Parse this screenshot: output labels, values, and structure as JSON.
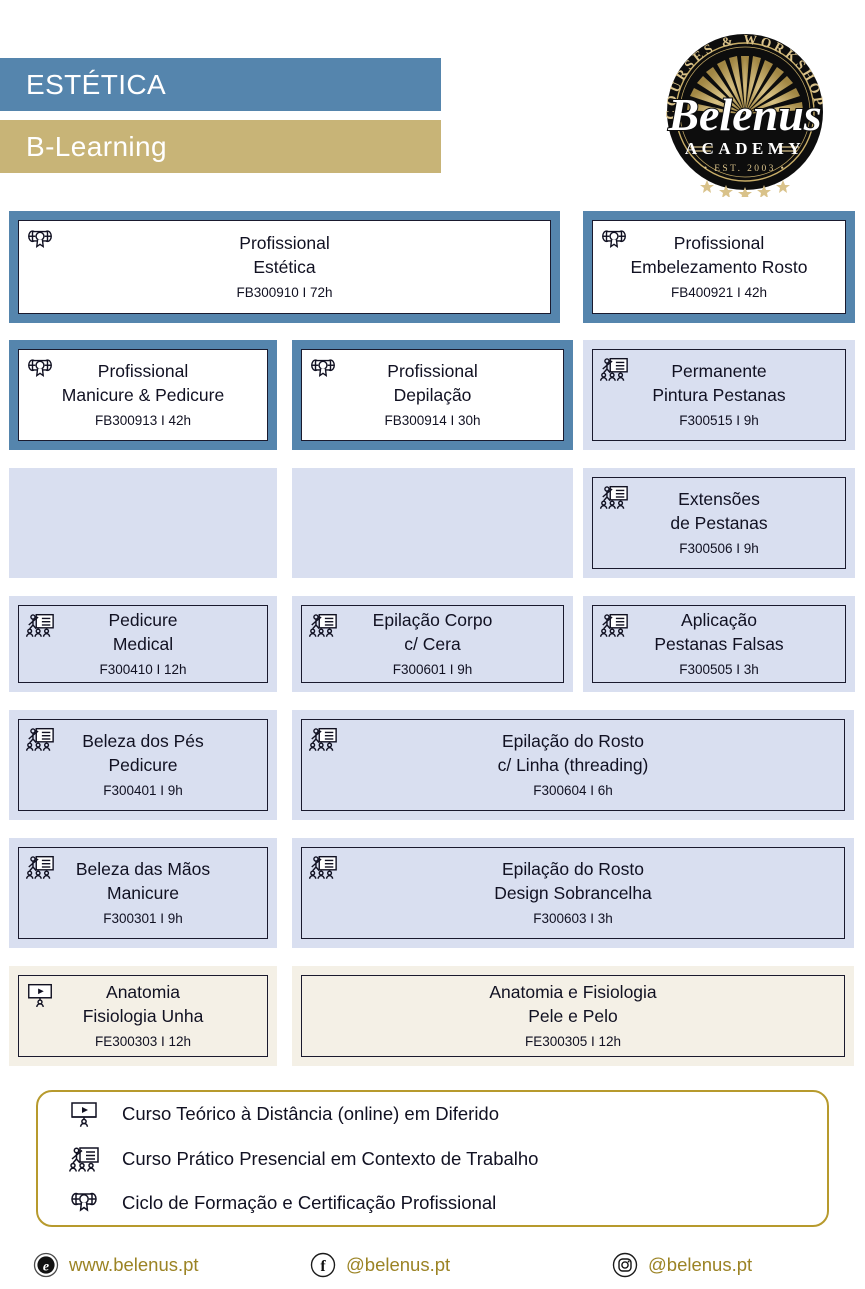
{
  "header": {
    "title": "ESTÉTICA",
    "subtitle": "B-Learning",
    "title_color": "#5585ad",
    "subtitle_color": "#c8b477"
  },
  "logo": {
    "arc_text": "COURSES & WORKSHOPS",
    "brand": "Belenus",
    "sub": "ACADEMY",
    "est": "EST. 2003",
    "gold": "#c9ae68",
    "bg": "#0d0d0d"
  },
  "colors": {
    "blue_frame": "#5585ad",
    "light_frame": "#d9dff0",
    "cream_frame": "#f4f0e6",
    "legend_border": "#b79a2d",
    "footer_text": "#9b8324"
  },
  "rows": [
    {
      "cells": [
        {
          "kind": "blue",
          "icon": "certificate-icon",
          "lines": [
            "Profissional",
            "Estética"
          ],
          "code": "FB300910 I 72h",
          "col": 1,
          "span": 2
        },
        {
          "kind": "blue",
          "icon": "certificate-icon",
          "lines": [
            "Profissional",
            "Embelezamento Rosto"
          ],
          "code": "FB400921 I 42h",
          "col": 3,
          "span": 1
        }
      ]
    },
    {
      "cells": [
        {
          "kind": "blue",
          "icon": "certificate-icon",
          "lines": [
            "Profissional",
            "Manicure & Pedicure"
          ],
          "code": "FB300913 I 42h",
          "col": 1,
          "span": 1
        },
        {
          "kind": "blue",
          "icon": "certificate-icon",
          "lines": [
            "Profissional",
            "Depilação"
          ],
          "code": "FB300914 I 30h",
          "col": 2,
          "span": 1
        },
        {
          "kind": "light",
          "icon": "practical-icon",
          "lines": [
            "Permanente",
            "Pintura Pestanas"
          ],
          "code": "F300515 I 9h",
          "col": 3,
          "span": 1
        }
      ]
    },
    {
      "cells": [
        {
          "kind": "empty",
          "col": 1,
          "span": 1
        },
        {
          "kind": "empty",
          "col": 2,
          "span": 1
        },
        {
          "kind": "light",
          "icon": "practical-icon",
          "lines": [
            "Extensões",
            "de Pestanas"
          ],
          "code": "F300506 I 9h",
          "col": 3,
          "span": 1
        }
      ]
    },
    {
      "cells": [
        {
          "kind": "light",
          "icon": "practical-icon",
          "lines": [
            "Pedicure",
            "Medical"
          ],
          "code": "F300410 I 12h",
          "col": 1,
          "span": 1
        },
        {
          "kind": "light",
          "icon": "practical-icon",
          "lines": [
            "Epilação Corpo",
            "c/ Cera"
          ],
          "code": "F300601 I 9h",
          "col": 2,
          "span": 1
        },
        {
          "kind": "light",
          "icon": "practical-icon",
          "lines": [
            "Aplicação",
            "Pestanas Falsas"
          ],
          "code": "F300505 I 3h",
          "col": 3,
          "span": 1
        }
      ]
    },
    {
      "cells": [
        {
          "kind": "light",
          "icon": "practical-icon",
          "lines": [
            "Beleza dos Pés",
            "Pedicure"
          ],
          "code": "F300401 I 9h",
          "col": 1,
          "span": 1
        },
        {
          "kind": "light",
          "icon": "practical-icon",
          "lines": [
            "Epilação do Rosto",
            "c/ Linha (threading)"
          ],
          "code": "F300604 I 6h",
          "col": 2,
          "span": 2
        }
      ]
    },
    {
      "cells": [
        {
          "kind": "light",
          "icon": "practical-icon",
          "lines": [
            "Beleza das Mãos",
            "Manicure"
          ],
          "code": "F300301 I 9h",
          "col": 1,
          "span": 1
        },
        {
          "kind": "light",
          "icon": "practical-icon",
          "lines": [
            "Epilação do Rosto",
            "Design Sobrancelha"
          ],
          "code": "F300603 I 3h",
          "col": 2,
          "span": 2
        }
      ]
    },
    {
      "cells": [
        {
          "kind": "cream",
          "icon": "online-course-icon",
          "lines": [
            "Anatomia",
            "Fisiologia Unha"
          ],
          "code": "FE300303 I 12h",
          "col": 1,
          "span": 1
        },
        {
          "kind": "cream",
          "icon": null,
          "lines": [
            "Anatomia e Fisiologia",
            "Pele e Pelo"
          ],
          "code": "FE300305 I 12h",
          "col": 2,
          "span": 2
        }
      ]
    }
  ],
  "legend": [
    {
      "icon": "online-course-icon",
      "text": "Curso Teórico à Distância (online) em Diferido"
    },
    {
      "icon": "practical-icon",
      "text": "Curso Prático Presencial em Contexto de Trabalho"
    },
    {
      "icon": "certificate-icon",
      "text": "Ciclo de Formação e Certificação Profissional"
    }
  ],
  "footer": [
    {
      "icon": "web-icon",
      "text": "www.belenus.pt"
    },
    {
      "icon": "facebook-icon",
      "text": "@belenus.pt"
    },
    {
      "icon": "instagram-icon",
      "text": "@belenus.pt"
    }
  ]
}
